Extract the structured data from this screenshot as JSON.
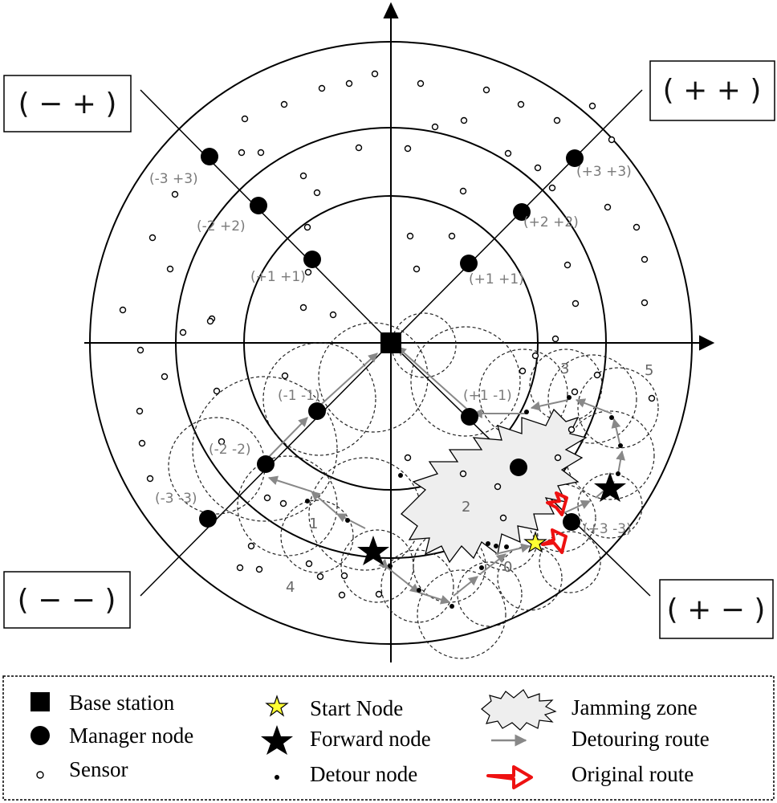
{
  "quadrants": [
    {
      "id": "neg-pos",
      "label": "( − + )"
    },
    {
      "id": "pos-pos",
      "label": "( + + )"
    },
    {
      "id": "neg-neg",
      "label": "( − − )"
    },
    {
      "id": "pos-neg",
      "label": "( + − )"
    }
  ],
  "manager_labels": [
    "(-3 +3)",
    "(-2 +2)",
    "(+1 +1)",
    "(+1 +1)",
    "(+2 +2)",
    "(+3 +3)",
    "(-1 -1)",
    "(-2 -2)",
    "(-3 -3)",
    "(+1 -1)",
    "(+3 -3)"
  ],
  "route_numbers": [
    "1",
    "2",
    "3",
    "4",
    "5",
    "0"
  ],
  "legend": {
    "base_station": "Base station",
    "manager_node": "Manager node",
    "sensor": "Sensor",
    "start_node": "Start Node",
    "forward_node": "Forward node",
    "detour_node": "Detour node",
    "jamming_zone": "Jamming zone",
    "detouring_route": "Detouring route",
    "original_route": "Original route"
  },
  "colors": {
    "start_node": "#ffff33",
    "original_route": "#ee1111",
    "jamming_zone": "#eeeeee",
    "detour_arrow": "#888888"
  }
}
